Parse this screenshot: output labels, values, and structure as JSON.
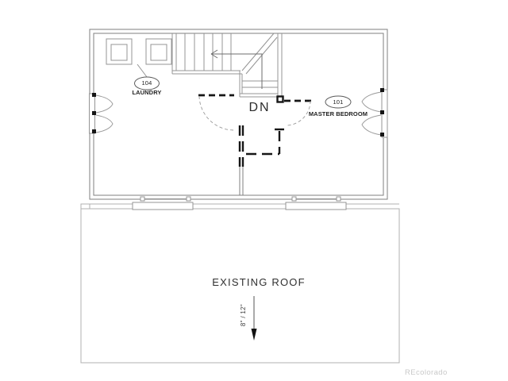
{
  "drawing": {
    "type": "second-floor plan with existing roof below",
    "rooms": [
      {
        "number": "104",
        "name": "LAUNDRY"
      },
      {
        "number": "101",
        "name": "MASTER BEDROOM"
      }
    ],
    "stair_label": "DN",
    "roof": {
      "label": "EXISTING ROOF",
      "slope": "8\" / 12\""
    }
  },
  "watermark": "REcolorado",
  "colors": {
    "wall_line": "#7f7f7f",
    "detail_line": "#949494",
    "dark_line": "#161616",
    "roof_line": "#b0b0b0",
    "text": "#1f1f1f",
    "watermark": "#c9c9c9"
  }
}
